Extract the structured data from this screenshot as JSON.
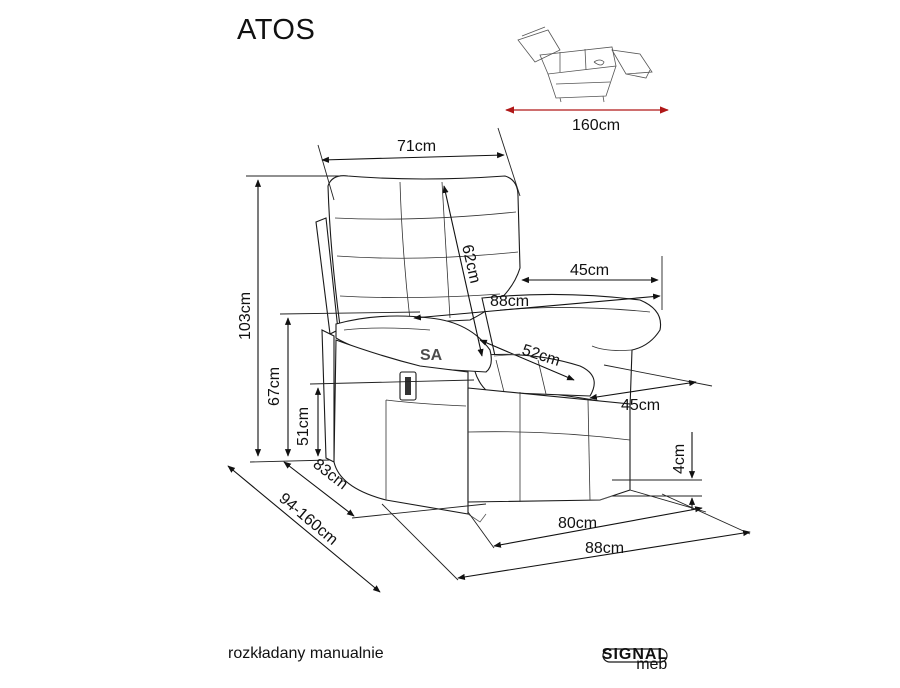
{
  "title": "ATOS",
  "footer_note": "rozkładany manualnie",
  "brand": {
    "name": "SIGNAL",
    "sub": "meble",
    "color": "#1a1a1a"
  },
  "watermark": {
    "text": "SA",
    "color": "#e8b6c8"
  },
  "accent_color": "#b01818",
  "dimensions": {
    "reclined_length": "160cm",
    "backrest_width": "71cm",
    "backrest_height": "62cm",
    "armrest_depth": "45cm",
    "total_width": "88cm",
    "seat_depth": "52cm",
    "seat_width": "45cm",
    "total_height": "103cm",
    "armrest_height": "67cm",
    "seat_height": "51cm",
    "leg_height": "4cm",
    "depth": "83cm",
    "depth_reclined": "94-160cm",
    "inner_width": "80cm",
    "outer_width": "88cm"
  }
}
